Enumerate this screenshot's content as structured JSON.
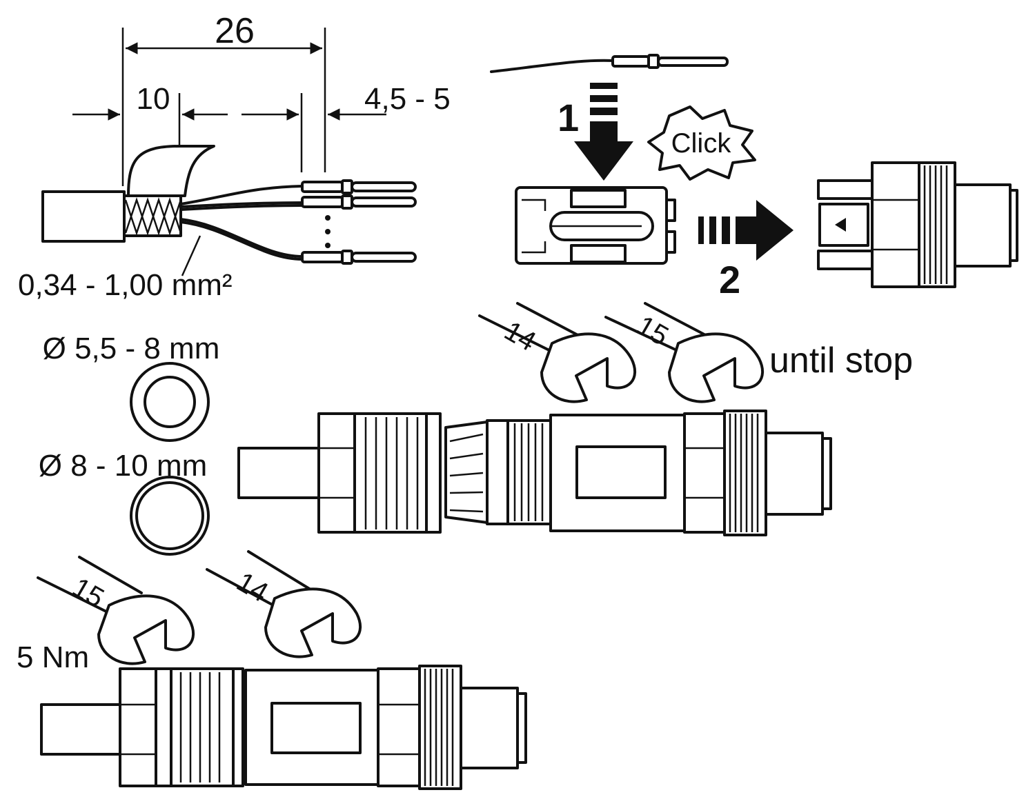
{
  "strip": {
    "dim_total": "26",
    "dim_shield": "10",
    "dim_crimp": "4,5 - 5",
    "cross_section": "0,34 - 1,00 mm²"
  },
  "assembly": {
    "step1": "1",
    "step2": "2",
    "click": "Click"
  },
  "seals": {
    "seal_small": "Ø 5,5 - 8 mm",
    "seal_large": "Ø 8 - 10 mm"
  },
  "tightening": {
    "wrench_a": "14",
    "wrench_b": "15",
    "until_stop": "until stop",
    "torque": "5 Nm",
    "wrench_c": "15",
    "wrench_d": "14"
  }
}
